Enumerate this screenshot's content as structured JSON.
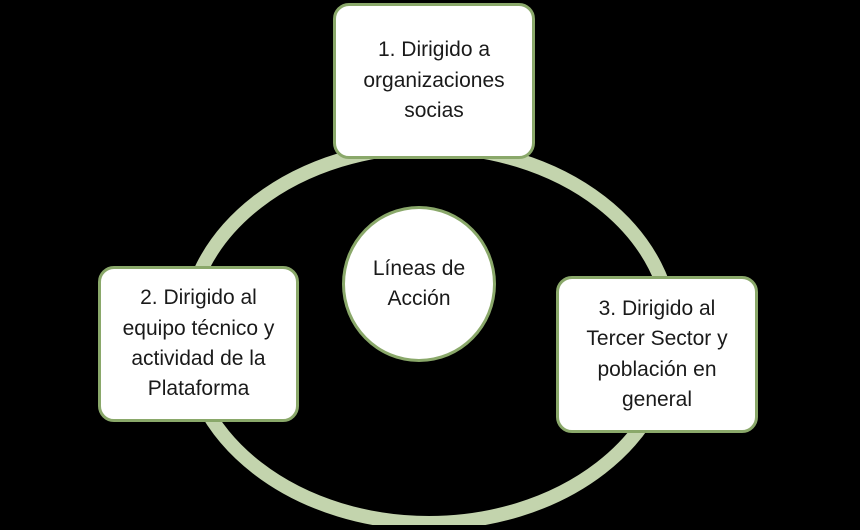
{
  "colors": {
    "background": "#000000",
    "ring": "#c3d4ad",
    "node_fill": "#ffffff",
    "node_border": "#8aa86a",
    "text": "#1a1a1a"
  },
  "center": {
    "lines": [
      "Líneas de",
      "Acción"
    ]
  },
  "nodes": [
    {
      "lines": [
        "1. Dirigido a",
        "organizaciones",
        "socias"
      ]
    },
    {
      "lines": [
        "2. Dirigido al",
        "equipo técnico y",
        "actividad de la",
        "Plataforma"
      ]
    },
    {
      "lines": [
        "3. Dirigido al",
        "Tercer Sector y",
        "población en",
        "general"
      ]
    }
  ]
}
